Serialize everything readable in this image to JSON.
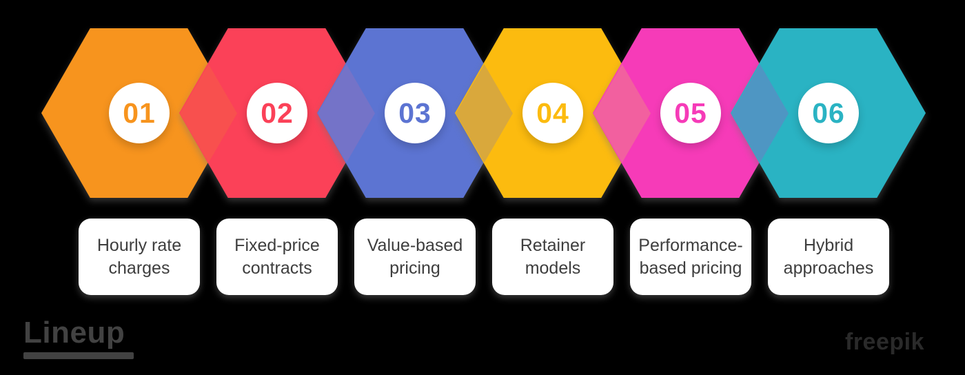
{
  "steps": [
    {
      "number": "01",
      "label": "Hourly rate charges",
      "color": "#F7941E"
    },
    {
      "number": "02",
      "label": "Fixed-price contracts",
      "color": "#FB4158"
    },
    {
      "number": "03",
      "label": "Value-based pricing",
      "color": "#5C74D2"
    },
    {
      "number": "04",
      "label": "Retainer models",
      "color": "#FCBB0F"
    },
    {
      "number": "05",
      "label": "Performance-based pricing",
      "color": "#F63BB8"
    },
    {
      "number": "06",
      "label": "Hybrid approaches",
      "color": "#2AB3C3"
    }
  ],
  "connectors": [
    {
      "color": "#F8504E"
    },
    {
      "color": "#7473C8"
    },
    {
      "color": "#D9A83C"
    },
    {
      "color": "#F2609F"
    },
    {
      "color": "#4E96C3"
    }
  ],
  "footer": {
    "logo_text": "Lineup",
    "credit_text": "freepik"
  },
  "colors": {
    "background": "#000000",
    "card_background": "#FFFFFF",
    "card_text": "#3E3E3E",
    "footer_text": "#424242"
  }
}
